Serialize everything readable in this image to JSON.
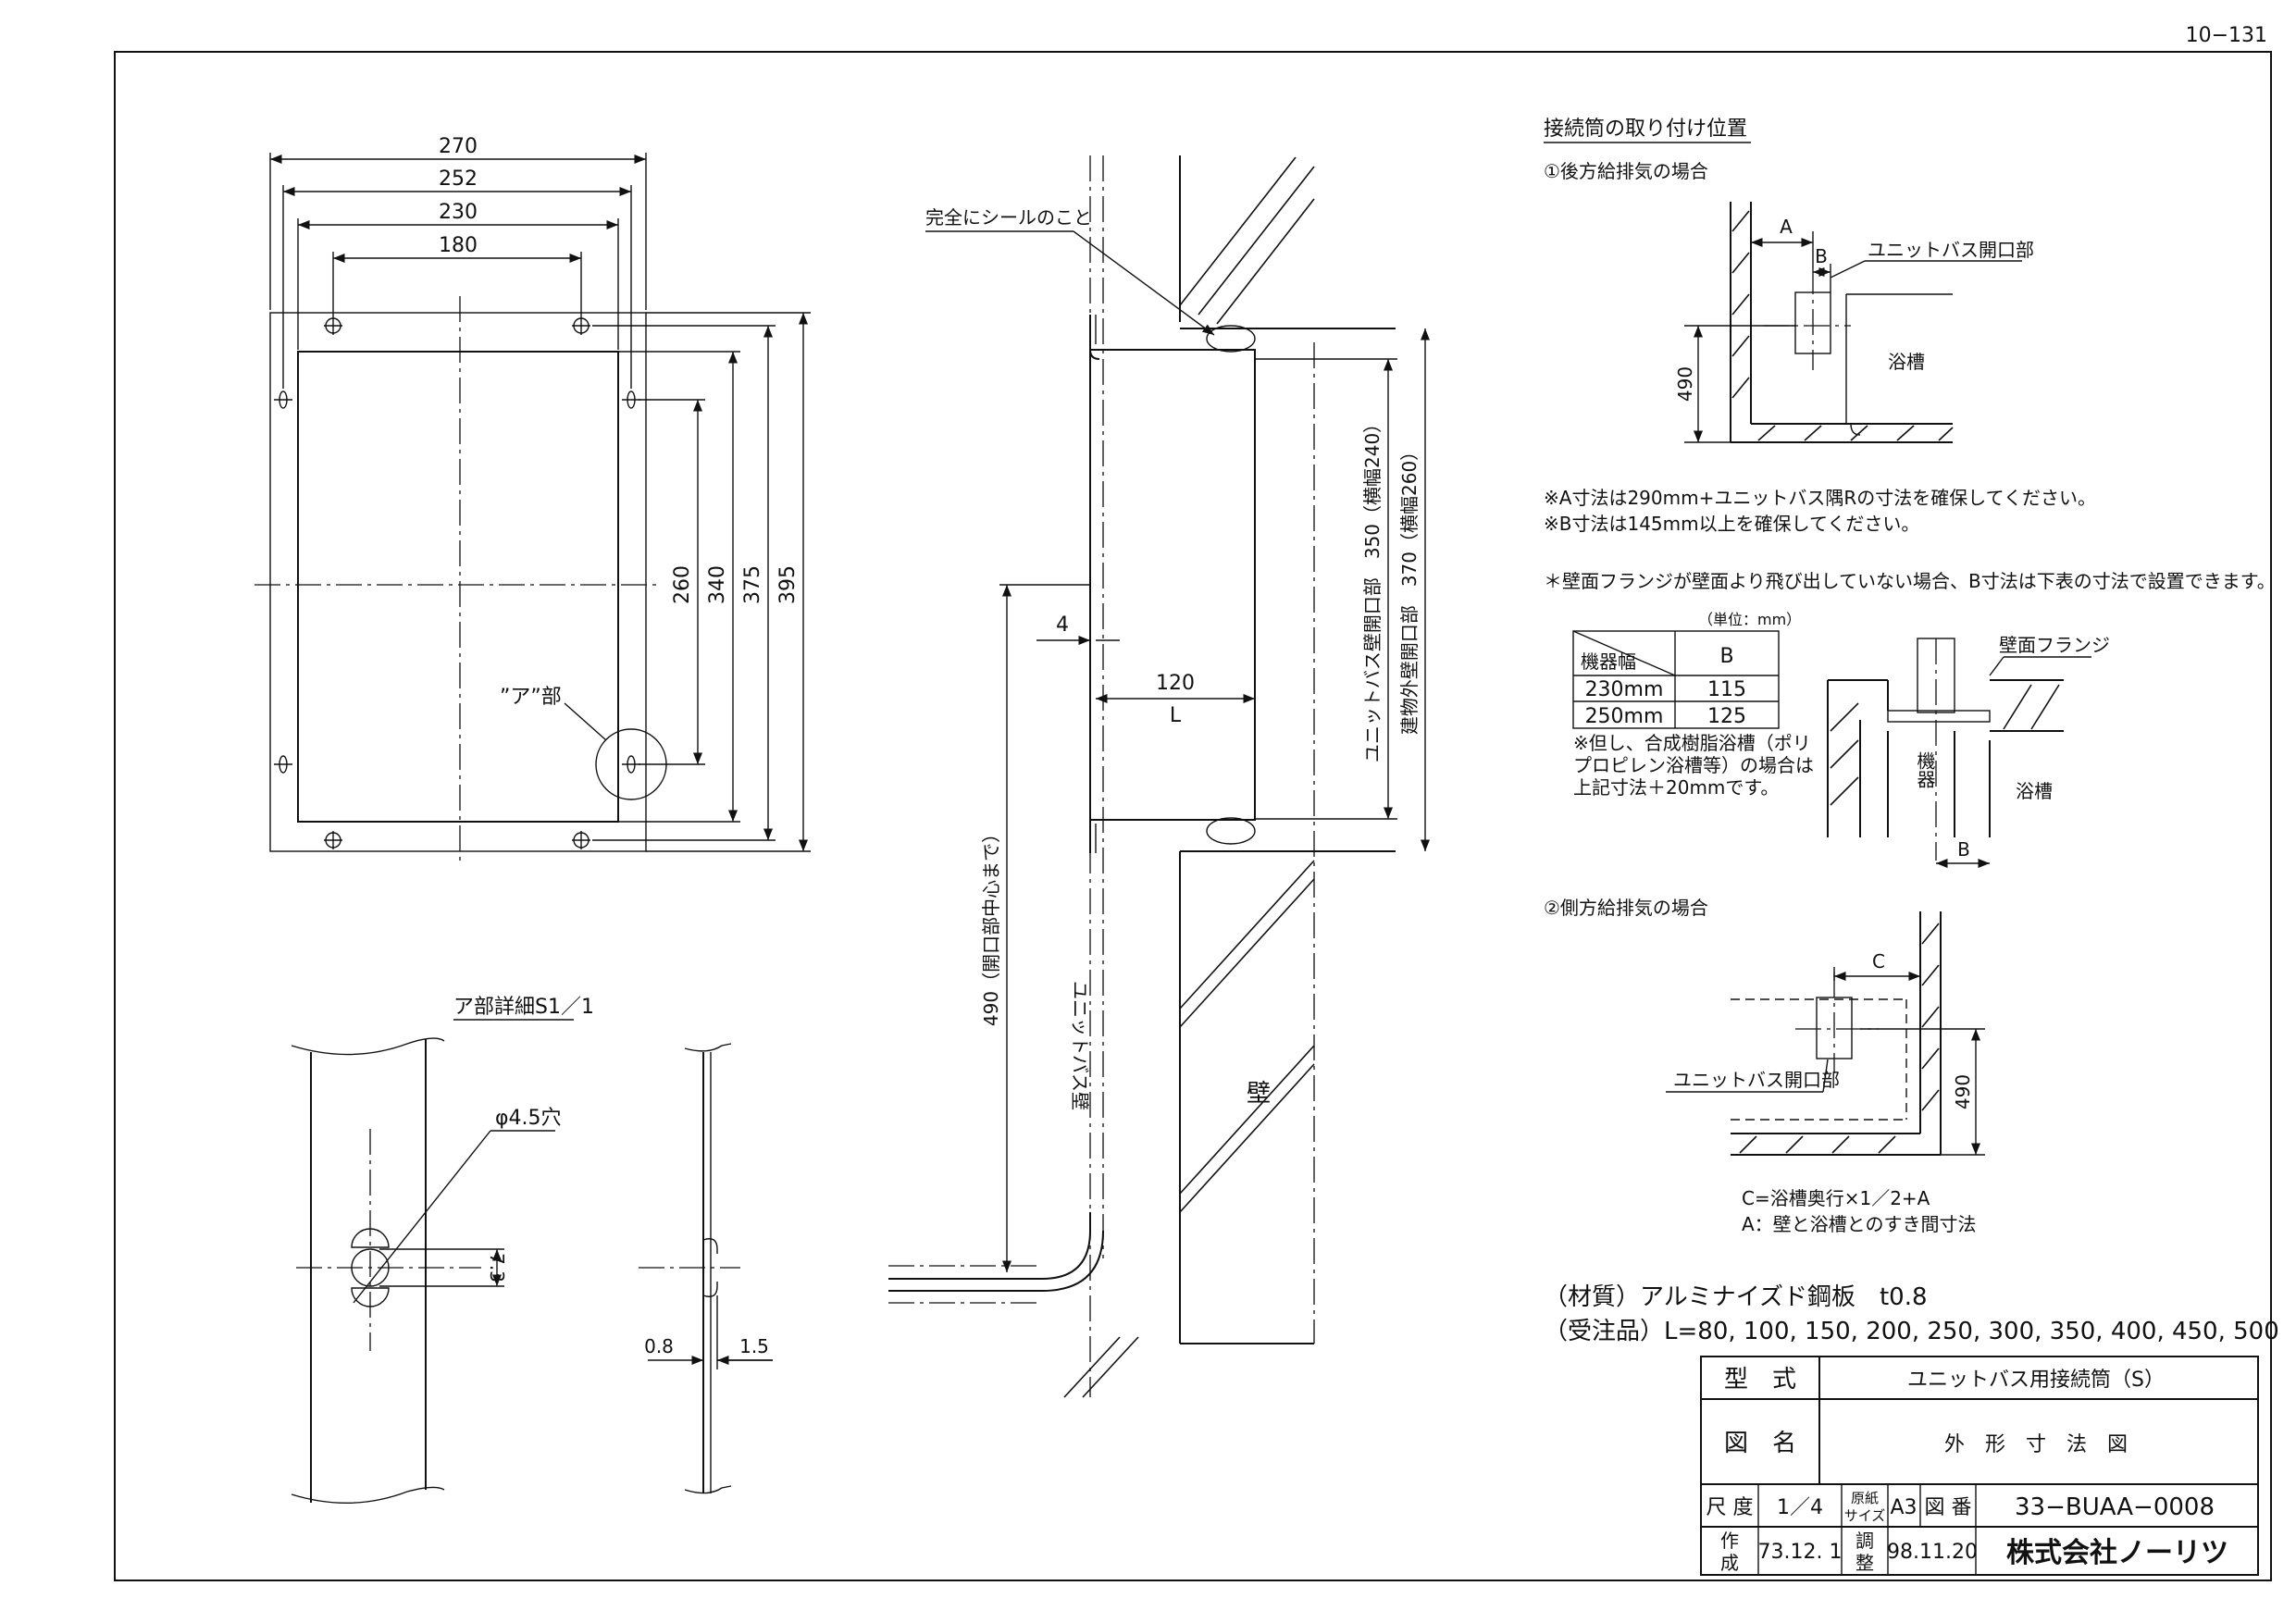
{
  "sheet": {
    "page_number": "10−131"
  },
  "front_view": {
    "dims_h": [
      "270",
      "252",
      "230",
      "180"
    ],
    "dims_v": [
      "260",
      "340",
      "375",
      "395"
    ],
    "detail_callout": "”ア”部"
  },
  "section_view": {
    "seal_note": "完全にシールのこと",
    "dim_4": "4",
    "dim_120": "120",
    "dim_L": "L",
    "dim_490": "490（開口部中心まで）",
    "unitbath_wall_label": "ユニットバス壁",
    "wall_label": "壁",
    "opening_unitbath": "ユニットバス壁開口部　350（横幅240）",
    "opening_building": "建物外壁開口部　370（横幅260）"
  },
  "detail_view": {
    "title": "ア部詳細S1／1",
    "hole": "φ4.5穴",
    "dim_73": "7.3",
    "dim_08": "0.8",
    "dim_15": "1.5"
  },
  "right_panel": {
    "heading": "接続筒の取り付け位置",
    "case1_title": "①後方給排気の場合",
    "case1_A": "A",
    "case1_B": "B",
    "case1_opening": "ユニットバス開口部",
    "case1_490": "490",
    "case1_bath": "浴槽",
    "note_A": "※A寸法は290mm+ユニットバス隅Rの寸法を確保してください。",
    "note_B": "※B寸法は145mm以上を確保してください。",
    "note_flange": "＊壁面フランジが壁面より飛び出していない場合、B寸法は下表の寸法で設置できます。",
    "table_unit": "（単位：mm）",
    "table_head_model": "機器幅",
    "table_head_B": "B",
    "table_rows": [
      {
        "width": "230mm",
        "b": "115"
      },
      {
        "width": "250mm",
        "b": "125"
      }
    ],
    "table_note": [
      "※但し、合成樹脂浴槽（ポリ",
      "プロピレン浴槽等）の場合は",
      "上記寸法＋20mmです。"
    ],
    "flange_label": "壁面フランジ",
    "device_label": "機器",
    "flange_bath": "浴槽",
    "flange_B": "B",
    "case2_title": "②側方給排気の場合",
    "case2_C": "C",
    "case2_opening": "ユニットバス開口部",
    "case2_490": "490",
    "case2_formula": "C=浴槽奥行×1／2+A",
    "case2_note": "A：壁と浴槽とのすき間寸法",
    "material": "（材質）アルミナイズド鋼板　t0.8",
    "order": "（受注品）L=80, 100, 150, 200, 250, 300, 350, 400, 450, 500"
  },
  "title_block": {
    "model_label": "型　式",
    "model_value": "ユニットバス用接続筒（S）",
    "drawing_label": "図　名",
    "drawing_value": "外　形　寸　法　図",
    "scale_label": "尺 度",
    "scale_value": "1／4",
    "paper_label_1": "原紙",
    "paper_label_2": "サイズ",
    "paper_value": "A3",
    "number_label": "図 番",
    "number_value": "33−BUAA−0008",
    "made_label_1": "作",
    "made_label_2": "成",
    "made_value": "73.12. 1",
    "adj_label_1": "調",
    "adj_label_2": "整",
    "adj_value": "98.11.20",
    "company": "株式会社ノーリツ"
  }
}
